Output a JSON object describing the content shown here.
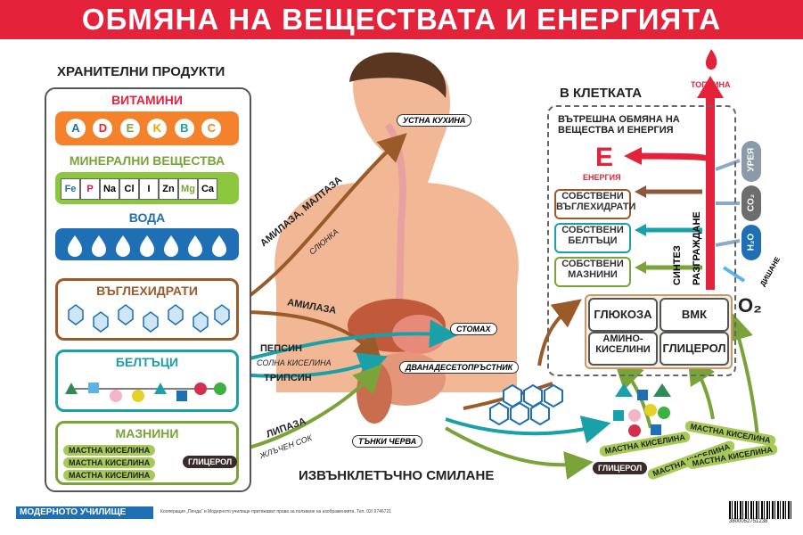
{
  "title": "ОБМЯНА НА ВЕЩЕСТВАТА И ЕНЕРГИЯТА",
  "food": {
    "heading": "ХРАНИТЕЛНИ ПРОДУКТИ",
    "vitamins": {
      "label": "ВИТАМИНИ",
      "items": [
        "A",
        "D",
        "E",
        "K",
        "B",
        "C"
      ]
    },
    "minerals": {
      "label": "МИНЕРАЛНИ ВЕЩЕСТВА",
      "items": [
        "Fe",
        "P",
        "Na",
        "Cl",
        "I",
        "Zn",
        "Mg",
        "Ca"
      ]
    },
    "water": {
      "label": "ВОДА"
    },
    "carbs": {
      "label": "ВЪГЛЕХИДРАТИ",
      "color": "#9a5a2a"
    },
    "proteins": {
      "label": "БЕЛТЪЦИ",
      "color": "#1aa0a8"
    },
    "fats": {
      "label": "МАЗНИНИ",
      "color": "#7aa33a",
      "acid_label": "МАСТНА КИСЕЛИНА",
      "glycerol_label": "ГЛИЦЕРОЛ"
    }
  },
  "digestion": {
    "enzymes": {
      "amylase_maltase": "АМИЛАЗА, МАЛТАЗА",
      "saliva": "СЛЮНКА",
      "amylase": "АМИЛАЗА",
      "pepsin": "ПЕПСИН",
      "hcl": "СОЛНА КИСЕЛИНА",
      "trypsin": "ТРИПСИН",
      "lipase": "ЛИПАЗА",
      "bile": "ЖЛЪЧЕН СОК"
    },
    "organs": {
      "mouth": "УСТНА КУХИНА",
      "stomach": "СТОМАХ",
      "duodenum": "ДВАНАДЕСЕТОПРЪСТНИК",
      "small_intestine": "ТЪНКИ ЧЕРВА"
    },
    "footer_label": "ИЗВЪНКЛЕТЪЧНО СМИЛАНЕ",
    "pills": [
      "МАСТНА КИСЕЛИНА",
      "ГЛИЦЕРОЛ",
      "МАСТНА КИСЕЛИНА",
      "МАСТНА КИСЕЛИНА",
      "МАСТНА КИСЕЛИНА"
    ]
  },
  "cell": {
    "heading": "В КЛЕТКАТА",
    "sub_heading": "ВЪТРЕШНА ОБМЯНА НА ВЕЩЕСТВА И ЕНЕРГИЯ",
    "heat": "ТОПЛИНА",
    "energy_symbol": "E",
    "energy": "ЕНЕРГИЯ",
    "own": [
      "СОБСТВЕНИ ВЪГЛЕХИДРАТИ",
      "СОБСТВЕНИ БЕЛТЪЦИ",
      "СОБСТВЕНИ МАЗНИНИ"
    ],
    "synthesis": "СИНТЕЗ",
    "breakdown": "РАЗГРАЖДАНЕ",
    "molecules": [
      "ГЛЮКОЗА",
      "ВМК",
      "АМИНО- КИСЕЛИНИ",
      "ГЛИЦЕРОЛ"
    ],
    "outputs": [
      "УРЕЯ",
      "CO₂",
      "H₂O"
    ],
    "breathing": "ДИШАНЕ",
    "o2": "O₂"
  },
  "footer": {
    "brand": "МОДЕРНОТО УЧИЛИЩЕ",
    "note": "Кооперация „Пенда“ и Модерното училище притежават права за ползване на изображенията. Тел. 02/ 9746721",
    "barcode": "3800052751238"
  }
}
